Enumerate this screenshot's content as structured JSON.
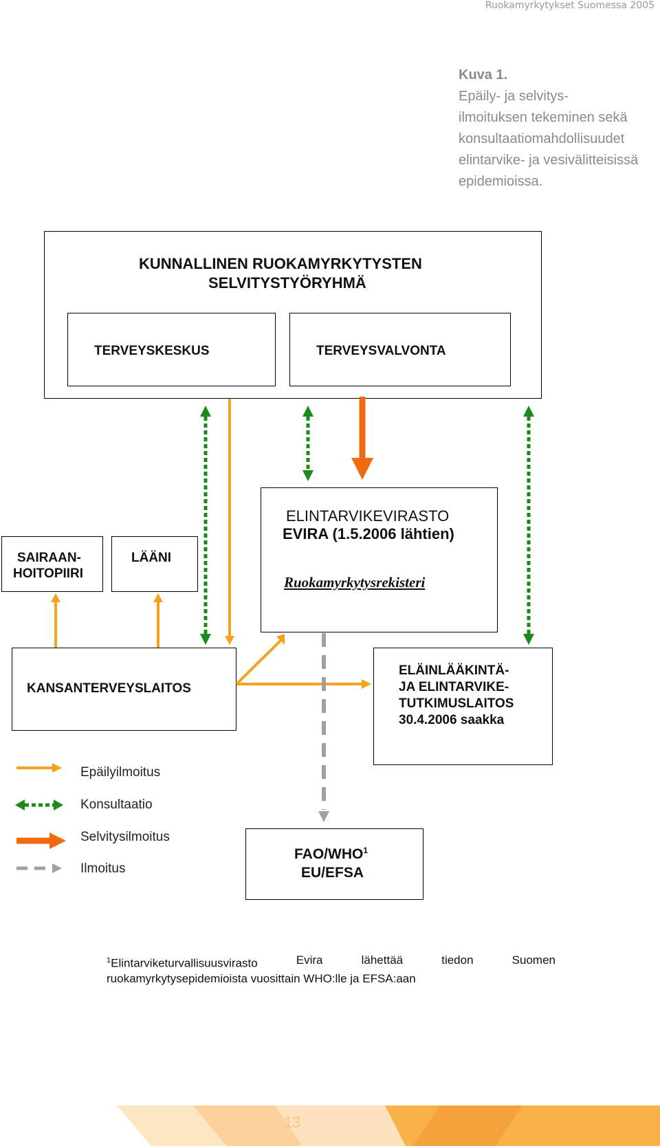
{
  "header": {
    "running_title": "Ruokamyrkytykset Suomessa 2005"
  },
  "caption": {
    "label": "Kuva 1.",
    "lines": [
      "Epäily- ja selvitys-",
      "ilmoituksen tekeminen sekä",
      "konsultaatiomahdollisuudet",
      "elintarvike- ja vesivälitteisissä",
      "epidemioissa."
    ]
  },
  "diagram": {
    "top_group": {
      "title_line1": "KUNNALLINEN RUOKAMYRKYTYSTEN",
      "title_line2": "SELVITYSTYÖRYHMÄ",
      "terveyskeskus": "TERVEYSKESKUS",
      "terveysvalvonta": "TERVEYSVALVONTA"
    },
    "evira": {
      "line1": "ELINTARVIKEVIRASTO",
      "line2": "EVIRA (1.5.2006 lähtien)",
      "register": "Ruokamyrkytysrekisteri"
    },
    "sairaanhoitopiiri": {
      "line1": "SAIRAAN-",
      "line2": "HOITOPIIRI"
    },
    "laani": "LÄÄNI",
    "kansanterveyslaitos": "KANSANTERVEYSLAITOS",
    "eela": {
      "line1": "ELÄINLÄÄKINTÄ-",
      "line2": "JA ELINTARVIKE-",
      "line3": "TUTKIMUSLAITOS",
      "line4": "30.4.2006 saakka"
    },
    "fao": {
      "line1": "FAO/WHO",
      "sup": "1",
      "line2": "EU/EFSA"
    }
  },
  "legend": {
    "items": [
      {
        "label": "Epäilyilmoitus",
        "color": "#f5a21c"
      },
      {
        "label": "Konsultaatio",
        "color": "#1a8a1a"
      },
      {
        "label": "Selvitysilmoitus",
        "color": "#f26a10"
      },
      {
        "label": "Ilmoitus",
        "color": "#a0a0a0"
      }
    ]
  },
  "footnote": {
    "mark": "1",
    "row1": [
      "Elintarviketurvallisuusvirasto",
      "Evira",
      "lähettää",
      "tiedon",
      "Suomen"
    ],
    "row2": "ruokamyrkytysepidemioista vuosittain WHO:lle ja EFSA:aan"
  },
  "page_number": "13",
  "colors": {
    "epaily": "#f5a21c",
    "konsultaatio": "#1a8a1a",
    "selvitys": "#f26a10",
    "ilmoitus": "#a0a0a0",
    "caption_text": "#8a8a8a",
    "footer_band": "#f9b24a"
  }
}
